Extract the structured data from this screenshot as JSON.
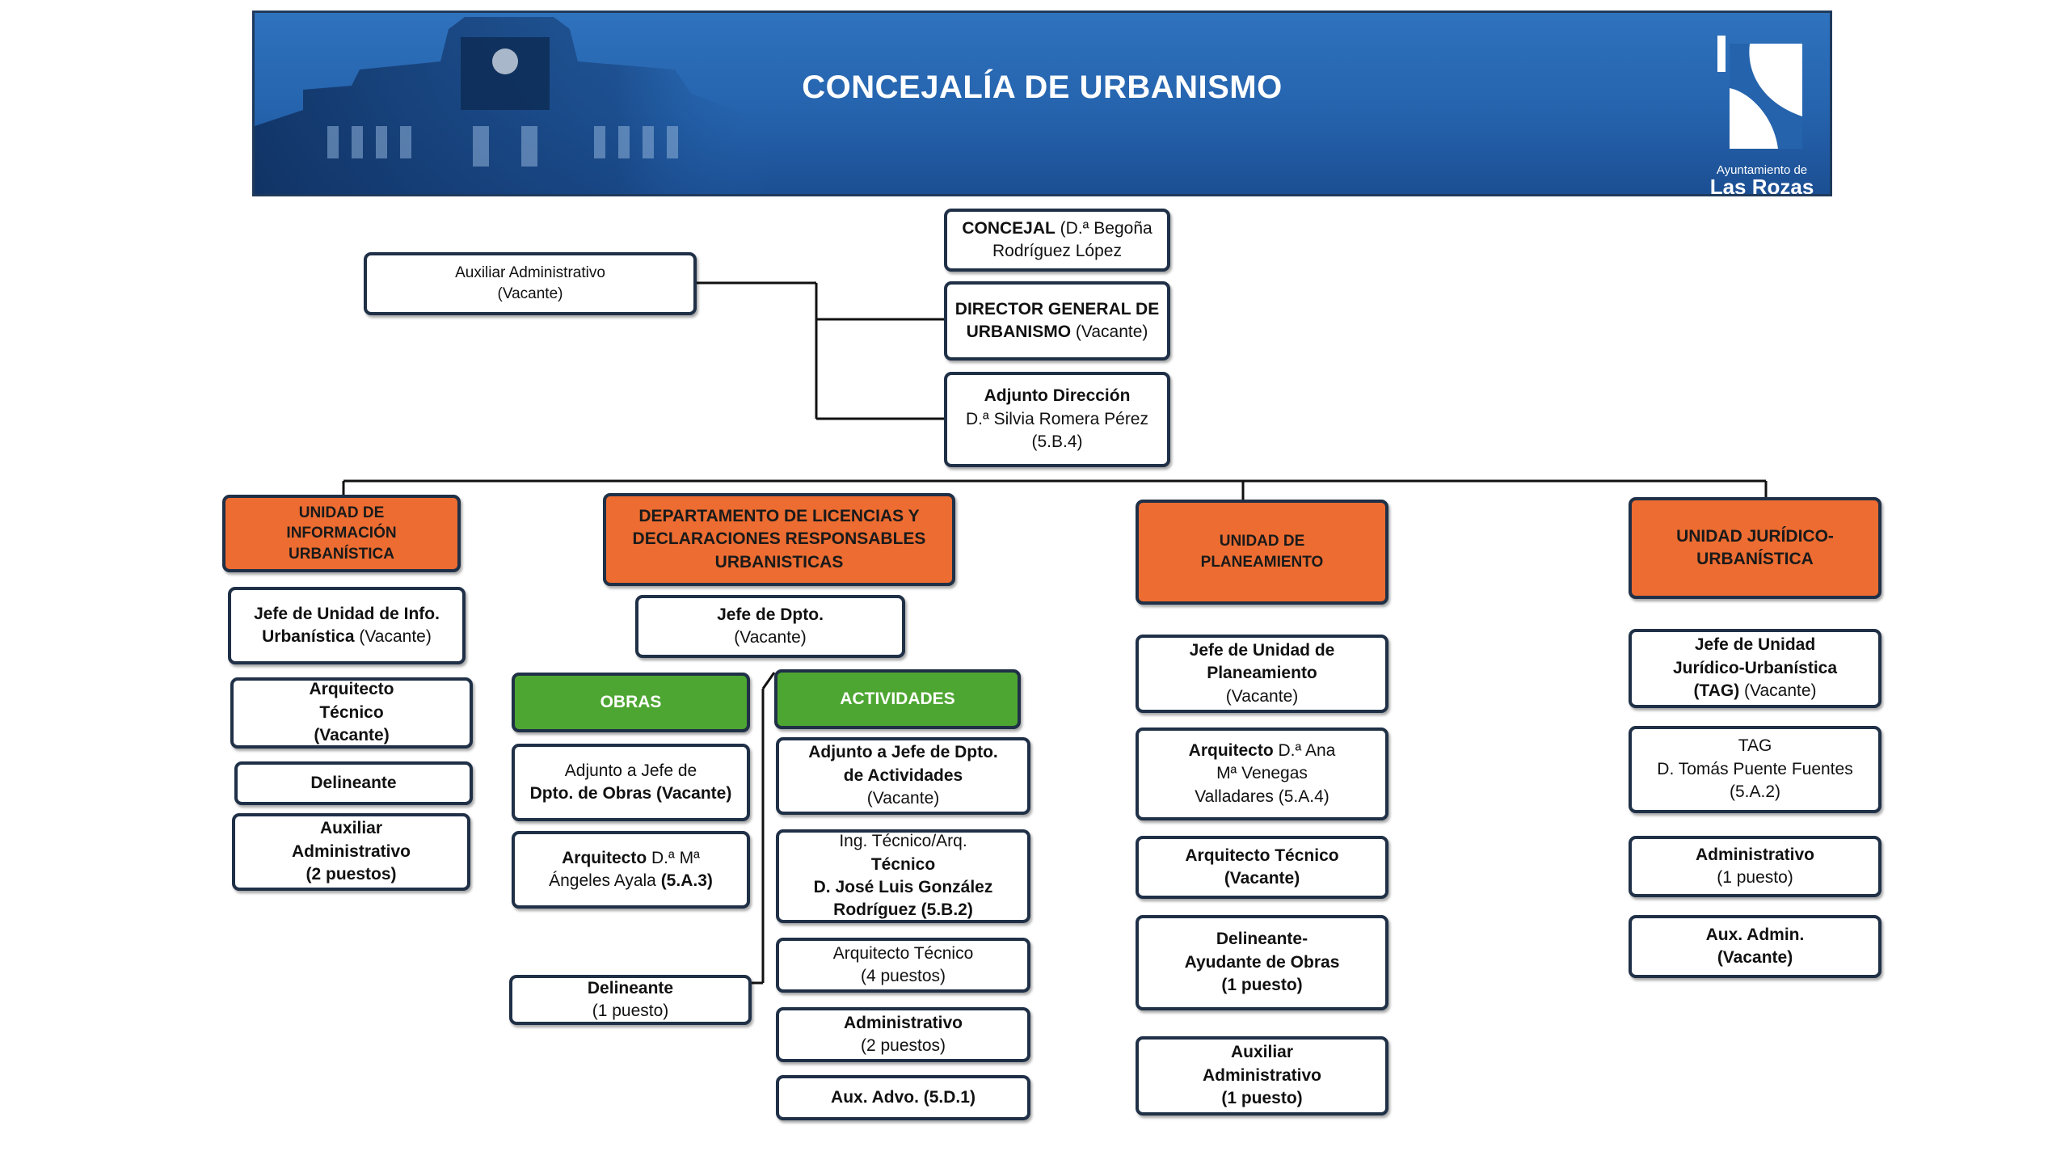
{
  "banner": {
    "title": "CONCEJALÍA DE URBANISMO",
    "logo_line1": "Ayuntamiento de",
    "logo_line2": "Las Rozas",
    "colors": {
      "banner_blue": "#2563ad",
      "orange": "#ec6c31",
      "green": "#4ea632",
      "border": "#1f3047"
    }
  },
  "top": {
    "auxiliar": {
      "l1": "Auxiliar Administrativo",
      "l2": "(Vacante)"
    },
    "concejal": {
      "l1a": "CONCEJAL",
      "l1b": "(D.ª Begoña",
      "l2": "Rodríguez López"
    },
    "director": {
      "l1": "DIRECTOR GENERAL DE",
      "l2a": "URBANISMO",
      "l2b": "(Vacante)"
    },
    "adjunto": {
      "l1": "Adjunto  Dirección",
      "l2": "D.ª Silvia Romera Pérez",
      "l3": "(5.B.4)"
    }
  },
  "info": {
    "header": [
      "UNIDAD DE",
      "INFORMACIÓN",
      "URBANÍSTICA"
    ],
    "jefe": {
      "l1": "Jefe de Unidad de  Info.",
      "l2a": "Urbanística",
      "l2b": "(Vacante)"
    },
    "arquitecto": [
      "Arquitecto",
      "Técnico",
      "(Vacante)"
    ],
    "delineante": "Delineante",
    "auxiliar": [
      "Auxiliar",
      "Administrativo",
      "(2 puestos)"
    ]
  },
  "licencias": {
    "header": [
      "DEPARTAMENTO DE LICENCIAS Y",
      "DECLARACIONES RESPONSABLES",
      "URBANISTICAS"
    ],
    "jefe": [
      "Jefe  de  Dpto.",
      "(Vacante)"
    ],
    "obras": {
      "header": "OBRAS",
      "adjunto": {
        "l1": "Adjunto  a  Jefe  de",
        "l2": "Dpto. de Obras (Vacante)"
      },
      "arquitecto": {
        "l1a": "Arquitecto",
        "l1b": "D.ª Mª",
        "l2a": "Ángeles Ayala",
        "l2b": "(5.A.3)"
      },
      "delineante": {
        "l1": "Delineante",
        "l2": "(1 puesto)"
      }
    },
    "actividades": {
      "header": "ACTIVIDADES",
      "adjunto": [
        "Adjunto a Jefe de  Dpto.",
        "de Actividades",
        "(Vacante)"
      ],
      "ing": [
        "Ing.  Técnico/Arq.",
        "Técnico",
        "D. José Luis González",
        "Rodríguez (5.B.2)"
      ],
      "arquitecto": [
        "Arquitecto  Técnico",
        "(4 puestos)"
      ],
      "administrativo": [
        "Administrativo",
        "(2 puestos)"
      ],
      "aux": "Aux. Advo. (5.D.1)"
    }
  },
  "planeamiento": {
    "header": [
      "UNIDAD DE",
      "PLANEAMIENTO"
    ],
    "jefe": [
      "Jefe de Unidad de",
      "Planeamiento",
      "(Vacante)"
    ],
    "arquitecto": {
      "l1a": "Arquitecto",
      "l1b": "D.ª Ana",
      "l2": "Mª Venegas",
      "l3": "Valladares (5.A.4)"
    },
    "arq_tecnico": {
      "l1a": "Arquitecto",
      "l1b": "Técnico",
      "l2": "(Vacante)"
    },
    "delineante": [
      "Delineante-",
      "Ayudante de Obras",
      "(1 puesto)"
    ],
    "auxiliar": [
      "Auxiliar",
      "Administrativo",
      "(1 puesto)"
    ]
  },
  "juridico": {
    "header": [
      "UNIDAD JURÍDICO-",
      "URBANÍSTICA"
    ],
    "jefe": {
      "l1": "Jefe de Unidad",
      "l2": "Jurídico-Urbanística",
      "l3a": "(TAG)",
      "l3b": "(Vacante)"
    },
    "tag": [
      "TAG",
      "D. Tomás Puente Fuentes",
      "(5.A.2)"
    ],
    "administrativo": [
      "Administrativo",
      "(1 puesto)"
    ],
    "aux": [
      "Aux. Admin.",
      "(Vacante)"
    ]
  }
}
